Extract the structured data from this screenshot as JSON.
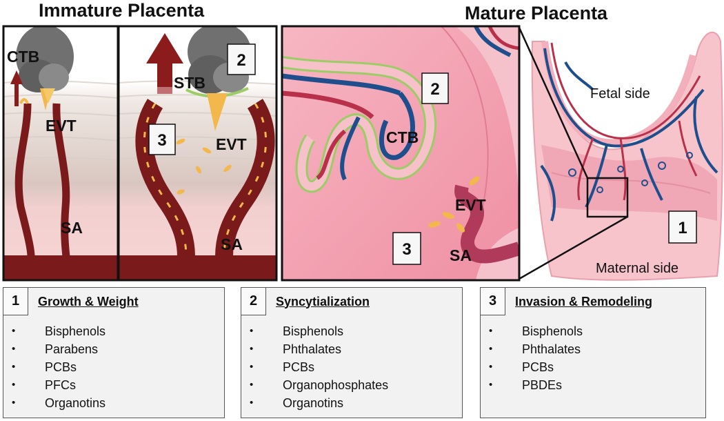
{
  "titles": {
    "immature": "Immature Placenta",
    "mature": "Mature Placenta"
  },
  "labels": {
    "ctb": "CTB",
    "evt": "EVT",
    "sa": "SA",
    "stb": "STB",
    "fetal_side": "Fetal side",
    "maternal_side": "Maternal side"
  },
  "markers": [
    "1",
    "2",
    "3"
  ],
  "panels": [
    {
      "number": "1",
      "title": "Growth & Weight",
      "items": [
        "Bisphenols",
        "Parabens",
        "PCBs",
        "PFCs",
        "Organotins"
      ]
    },
    {
      "number": "2",
      "title": "Syncytialization",
      "items": [
        "Bisphenols",
        "Phthalates",
        "PCBs",
        "Organophosphates",
        "Organotins"
      ]
    },
    {
      "number": "3",
      "title": "Invasion & Remodeling",
      "items": [
        "Bisphenols",
        "Phthalates",
        "PCBs",
        "PBDEs"
      ]
    }
  ],
  "colors": {
    "artery": "#7a1a1a",
    "artery_light": "#b03030",
    "trophoblast": "#f2b84b",
    "cytotrophoblast": "#7d7d7d",
    "syncytium": "#9ccc65",
    "tissue_pink": "#f2a5b0",
    "vessel_blue": "#1f4e8c",
    "vessel_red": "#b8304a"
  }
}
